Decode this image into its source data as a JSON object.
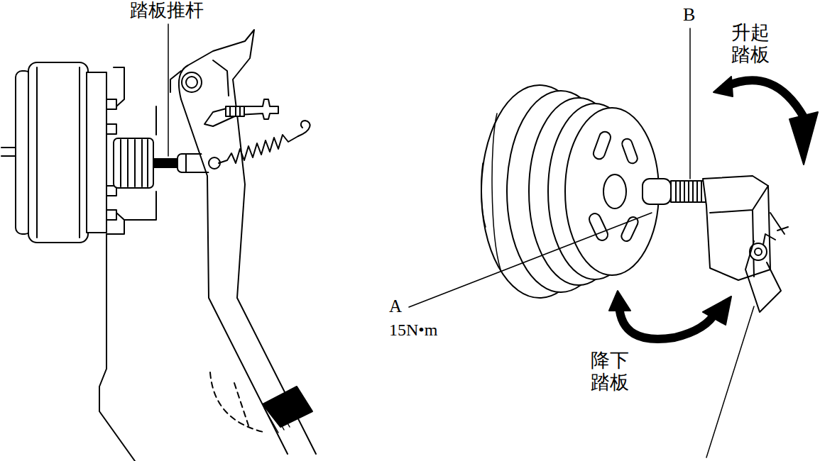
{
  "diagram": {
    "labels": [
      "踏板推杆",
      "B",
      "升起 踏板",
      "A",
      "15N•m",
      "降下 踏板"
    ]
  }
}
